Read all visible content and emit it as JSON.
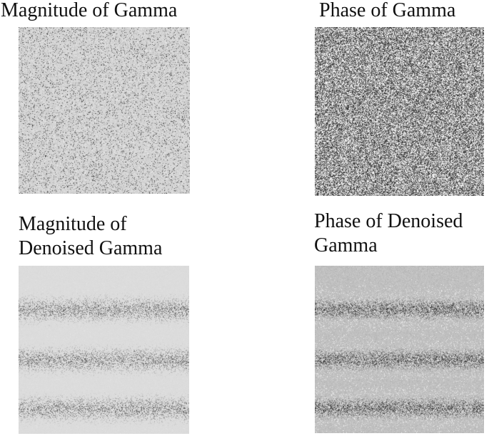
{
  "panels": [
    {
      "key": "magnitude_gamma",
      "caption": "Magnitude of Gamma"
    },
    {
      "key": "phase_gamma",
      "caption": "Phase of Gamma"
    },
    {
      "key": "magnitude_denoised",
      "caption": "Magnitude of\nDenoised Gamma"
    },
    {
      "key": "phase_denoised",
      "caption": "Phase of Denoised\nGamma"
    }
  ]
}
